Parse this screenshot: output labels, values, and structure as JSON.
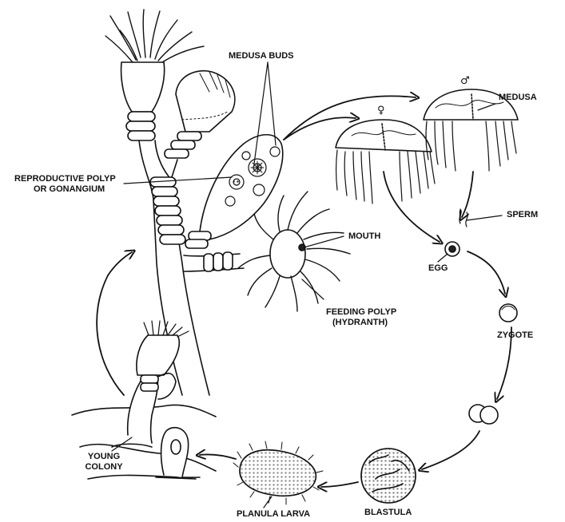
{
  "labels": {
    "medusa_buds": "MEDUSA BUDS",
    "medusa": "MEDUSA",
    "reproductive_polyp_line1": "REPRODUCTIVE POLYP",
    "reproductive_polyp_line2": "OR GONANGIUM",
    "sperm": "SPERM",
    "mouth": "MOUTH",
    "egg": "EGG",
    "feeding_polyp_line1": "FEEDING POLYP",
    "feeding_polyp_line2": "(HYDRANTH)",
    "zygote": "ZYGOTE",
    "young_colony_line1": "YOUNG",
    "young_colony_line2": "COLONY",
    "planula_larva": "PLANULA LARVA",
    "blastula": "BLASTULA",
    "female_symbol": "♀",
    "male_symbol": "♂"
  },
  "colors": {
    "ink": "#111111",
    "paper": "#ffffff",
    "shade": "#555555"
  }
}
